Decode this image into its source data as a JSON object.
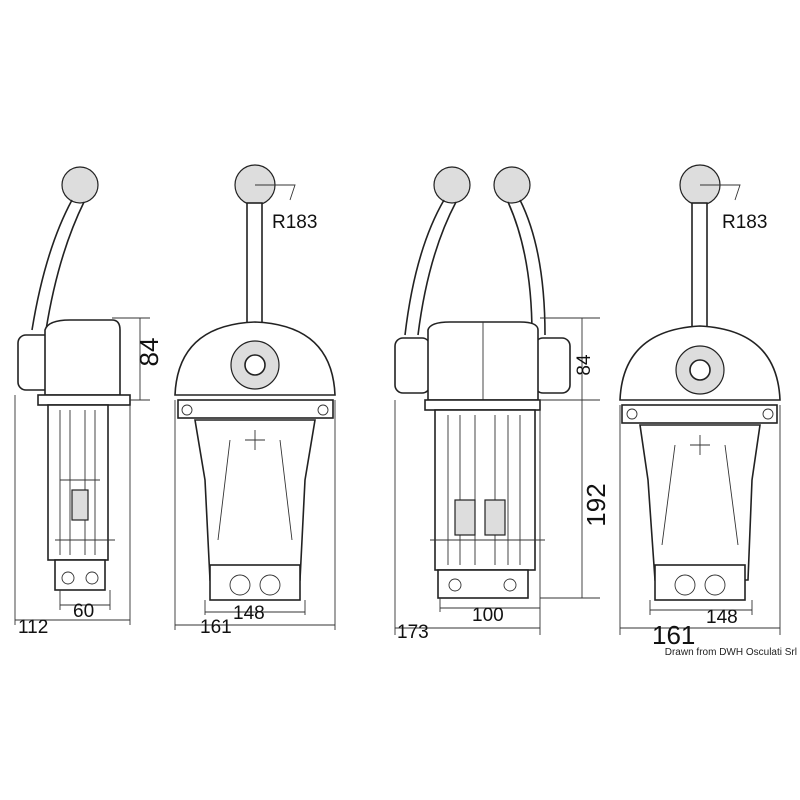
{
  "drawings": [
    {
      "name": "single-lever-side-view",
      "dimensions": {
        "height": "84",
        "total_width": "112",
        "base_width": "60"
      }
    },
    {
      "name": "single-lever-front-view",
      "dimensions": {
        "radius": "R183",
        "body_width": "148",
        "total_width": "161"
      }
    },
    {
      "name": "dual-lever-side-view",
      "dimensions": {
        "height": "84",
        "depth": "192",
        "base_width": "100",
        "total_width": "173"
      }
    },
    {
      "name": "dual-lever-front-view",
      "dimensions": {
        "radius": "R183",
        "body_width": "148",
        "total_width": "161"
      }
    }
  ],
  "credit": "Drawn from DWH Osculati Srl"
}
